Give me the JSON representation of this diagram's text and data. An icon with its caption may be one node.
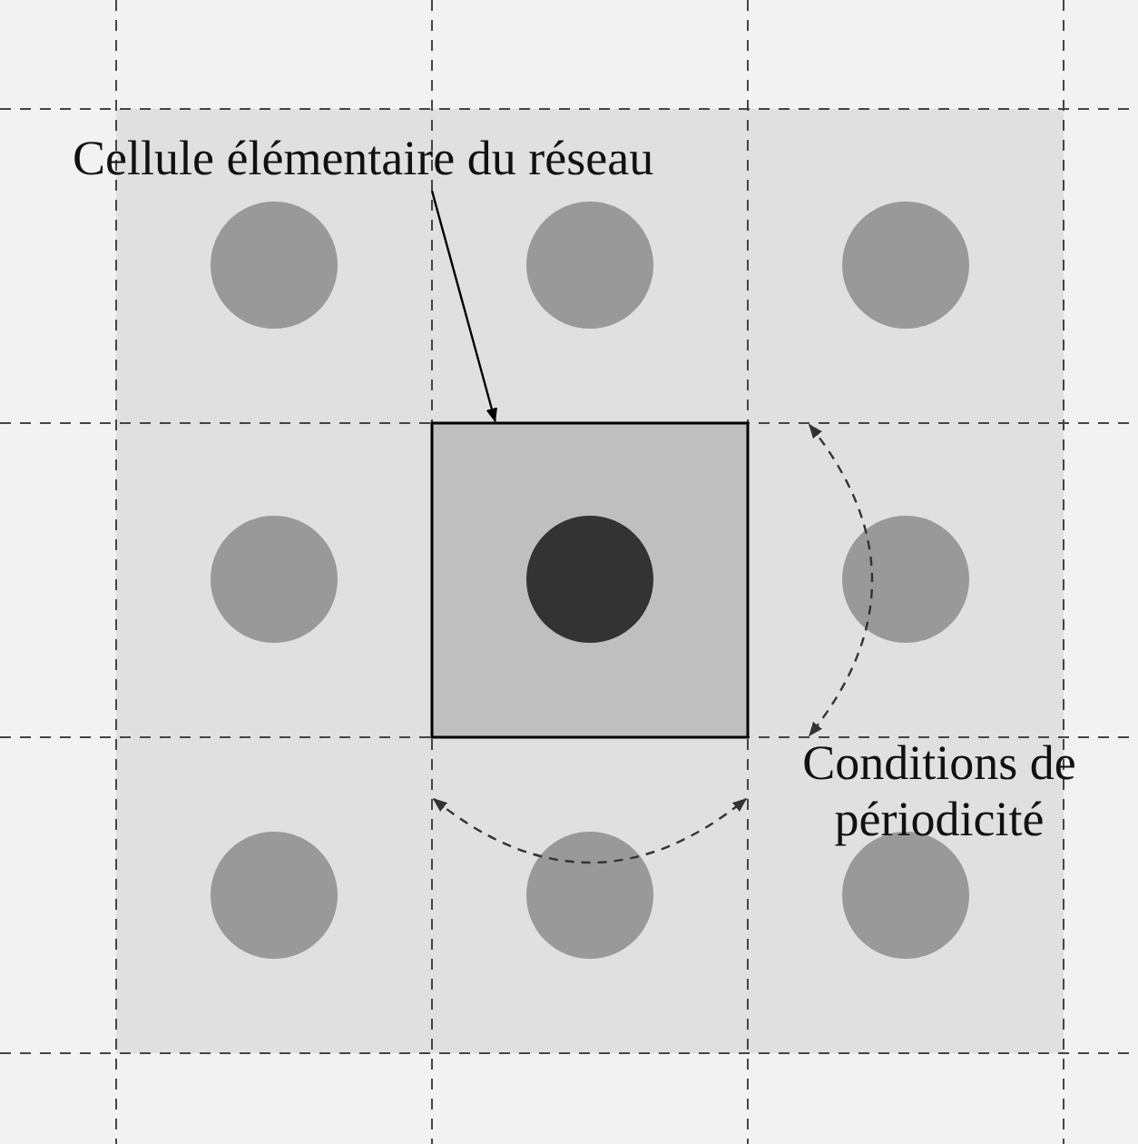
{
  "diagram": {
    "nodes": [
      {
        "text": [
          "Cellule élémentaire du réseau"
        ]
      },
      {
        "text": [],
        "shape": "box"
      }
    ],
    "edges": [
      {
        "from": 0,
        "to": 1,
        "arrow": "to"
      }
    ],
    "labels": [
      "Conditions de périodicité"
    ]
  }
}
